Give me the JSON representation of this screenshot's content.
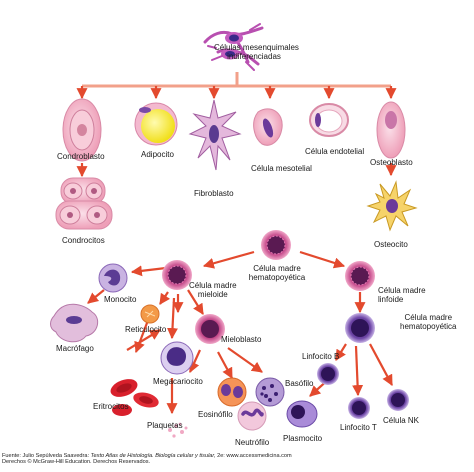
{
  "diagram": {
    "labels": {
      "mesenchymal": "Células mesenquimales",
      "mesenchymal_2": "indiferenciadas",
      "chondroblast": "Condroblasto",
      "adipocyte": "Adipocito",
      "mesothelial": "Célula mesotelial",
      "endothelial": "Célula endotelial",
      "osteoblast": "Osteoblasto",
      "fibroblast": "Fibroblasto",
      "chondrocytes": "Condrocitos",
      "osteocyte": "Osteocito",
      "hsc": "Célula madre",
      "hsc_2": "hematopoyética",
      "myeloid_stem": "Célula madre",
      "myeloid_stem_2": "mieloide",
      "lymphoid_stem": "Célula madre",
      "lymphoid_stem_2": "linfoide",
      "monocyte": "Monocito",
      "macrophage": "Macrófago",
      "reticulocyte": "Reticulocito",
      "myeloblast": "Mieloblasto",
      "megakaryocyte": "Megacariocito",
      "erythrocytes": "Eritrocitos",
      "platelets": "Plaquetas",
      "basophil": "Basófilo",
      "eosinophil": "Eosinófilo",
      "neutrophil": "Neutrófilo",
      "lymph_hsc": "Célula madre",
      "lymph_hsc_2": "hematopoyética",
      "b_cell": "Linfocito B",
      "plasma_cell": "Plasmocito",
      "t_cell": "Linfocito T",
      "nk_cell": "Célula NK"
    },
    "footer": {
      "line1_prefix": "Fuente: Julio Sepúlveda Saavedra: ",
      "line1_italic": "Texto Atlas de Histología. Biología celular y tisular,",
      "line1_suffix": " 2e: www.accessmedicina.com",
      "line2": "Derechos © McGraw-Hill Education. Derechos Reservados."
    },
    "colors": {
      "arrow": "#e34a2e",
      "connector": "#f2a08a",
      "pink_cell": "#f4b8c8",
      "purple_nucleus": "#6a3a9a",
      "stem_cell": "#c8327a",
      "adipocyte": "#f6ee3c",
      "erythrocyte": "#d8202c"
    }
  }
}
